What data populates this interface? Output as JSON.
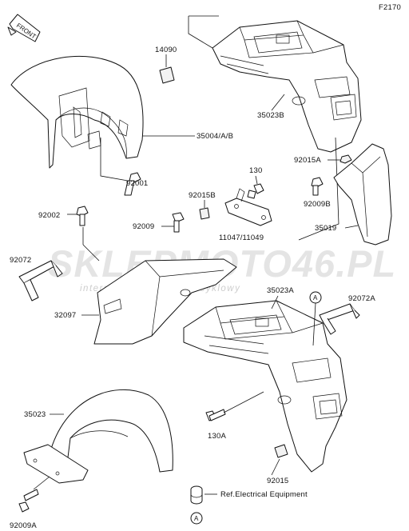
{
  "diagram": {
    "code": "F2170",
    "front_label": "FRONT",
    "ref_text": "Ref.Electrical Equipment",
    "watermark": {
      "main": "SKLEPMOTO46.PL",
      "sub": "internetowy sklep motocyklowy"
    },
    "circle_marker": "A",
    "parts": [
      {
        "id": "14090",
        "label": "14090"
      },
      {
        "id": "35004",
        "label": "35004/A/B"
      },
      {
        "id": "92001",
        "label": "92001"
      },
      {
        "id": "35023B",
        "label": "35023B"
      },
      {
        "id": "92015A",
        "label": "92015A"
      },
      {
        "id": "92009B",
        "label": "92009B"
      },
      {
        "id": "35019",
        "label": "35019"
      },
      {
        "id": "130",
        "label": "130"
      },
      {
        "id": "92015B",
        "label": "92015B"
      },
      {
        "id": "92009",
        "label": "92009"
      },
      {
        "id": "11047",
        "label": "11047/11049"
      },
      {
        "id": "92002",
        "label": "92002"
      },
      {
        "id": "92072",
        "label": "92072"
      },
      {
        "id": "32097",
        "label": "32097"
      },
      {
        "id": "35023A",
        "label": "35023A"
      },
      {
        "id": "92072A",
        "label": "92072A"
      },
      {
        "id": "130A",
        "label": "130A"
      },
      {
        "id": "35023",
        "label": "35023"
      },
      {
        "id": "92015",
        "label": "92015"
      },
      {
        "id": "92009A",
        "label": "92009A"
      }
    ]
  }
}
